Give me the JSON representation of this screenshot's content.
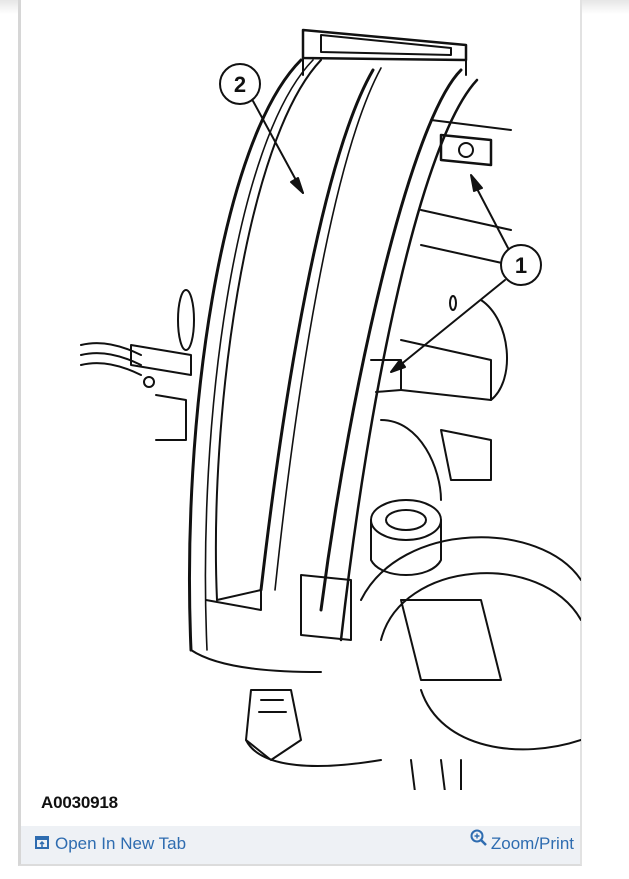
{
  "figure": {
    "id_label": "A0030918",
    "callouts": [
      {
        "number": "2"
      },
      {
        "number": "1"
      }
    ]
  },
  "footer": {
    "open_tab_label": "Open In New Tab",
    "open_tab_icon": "open-new-tab-icon",
    "zoom_label": "Zoom/Print",
    "zoom_icon": "zoom-in-icon",
    "link_color": "#2e6cb0",
    "bar_color": "#eef1f5"
  }
}
